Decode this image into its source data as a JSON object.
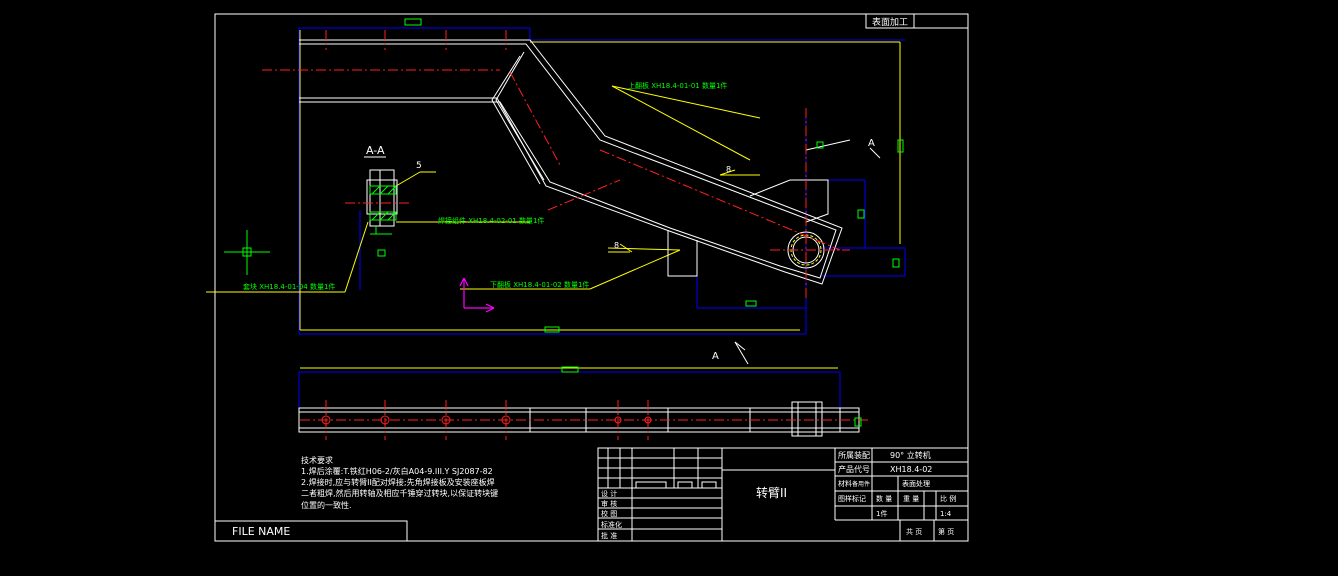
{
  "drawing": {
    "title": "转臂II",
    "surface_label": "表面加工",
    "file_name": "FILE NAME",
    "section_label": "A-A",
    "view_label_a": "A",
    "weld_size": "5",
    "callouts": {
      "upper_plate": "上翻板 XH18.4-01-01 数量1件",
      "weld_part": "焊接组件 XH18.4-02-01 数量1件",
      "lower_plate": "下翻板 XH18.4-01-02 数量1件",
      "sleeve": "套块 XH18.4-01-04 数量1件"
    },
    "weld_marks": [
      "8",
      "8"
    ],
    "tech_requirements": {
      "heading": "技术要求",
      "lines": [
        "1.焊后涂覆:T.铁红H06-2/灰白A04-9.III.Y SJ2087-82",
        "2.焊接时,应与转臂II配对焊接;先角焊接板及安装座板焊",
        "二者粗焊,然后用转轴及相应千锤穿过转块,以保证转块键",
        "位置的一致性."
      ]
    },
    "title_block": {
      "assembly_label": "所属装配",
      "assembly_value": "90° 立转机",
      "product_code_label": "产品代号",
      "product_code_value": "XH18.4-02",
      "material_label": "材料",
      "material_value": "备用件",
      "surface_treatment": "表面处理",
      "weight_label": "图样标记",
      "qty_label": "数 量",
      "weight_h": "重 量",
      "scale_label": "比 例",
      "qty_value": "1件",
      "scale_value": "1:4",
      "sheets_total": "共 页",
      "sheet_no": "第 页",
      "roles": [
        "设 计",
        "审 核",
        "校 图",
        "标准化",
        "批 准"
      ]
    }
  }
}
